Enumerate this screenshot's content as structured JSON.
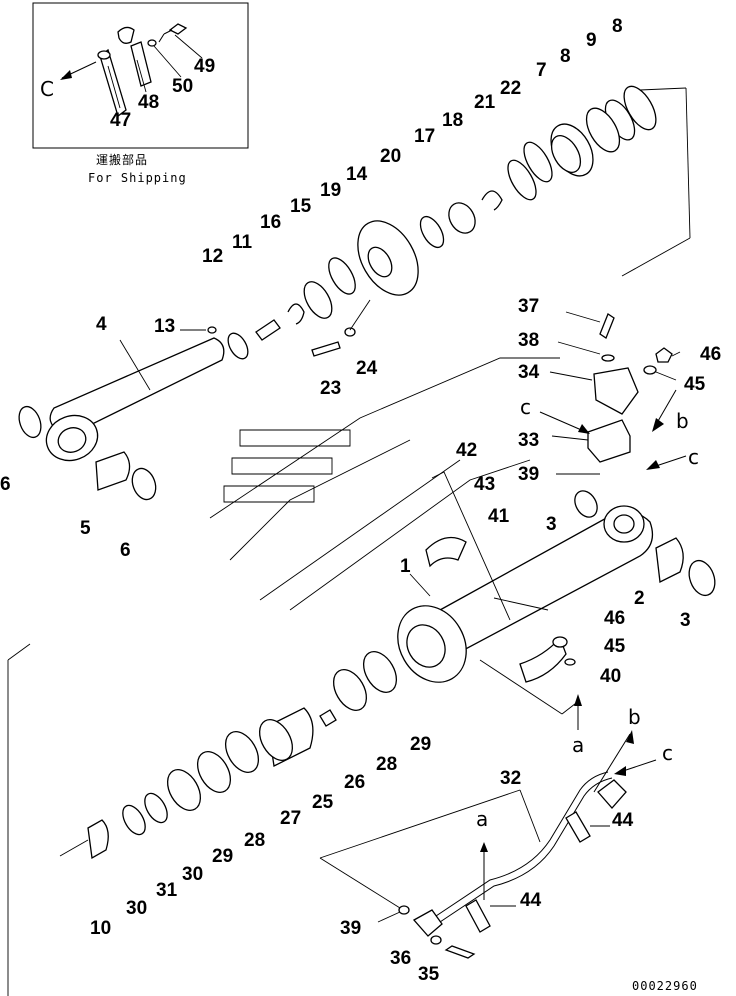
{
  "inset": {
    "caption_jp": "運搬部品",
    "caption_en": "For Shipping",
    "arrow_letter": "C",
    "callouts": [
      "47",
      "48",
      "49",
      "50"
    ]
  },
  "callouts": [
    {
      "id": "1"
    },
    {
      "id": "2"
    },
    {
      "id": "3"
    },
    {
      "id": "3"
    },
    {
      "id": "4"
    },
    {
      "id": "5"
    },
    {
      "id": "6"
    },
    {
      "id": "6"
    },
    {
      "id": "7"
    },
    {
      "id": "8"
    },
    {
      "id": "8"
    },
    {
      "id": "9"
    },
    {
      "id": "10"
    },
    {
      "id": "11"
    },
    {
      "id": "12"
    },
    {
      "id": "13"
    },
    {
      "id": "14"
    },
    {
      "id": "15"
    },
    {
      "id": "16"
    },
    {
      "id": "17"
    },
    {
      "id": "18"
    },
    {
      "id": "19"
    },
    {
      "id": "20"
    },
    {
      "id": "21"
    },
    {
      "id": "22"
    },
    {
      "id": "23"
    },
    {
      "id": "24"
    },
    {
      "id": "25"
    },
    {
      "id": "26"
    },
    {
      "id": "27"
    },
    {
      "id": "28"
    },
    {
      "id": "28"
    },
    {
      "id": "29"
    },
    {
      "id": "29"
    },
    {
      "id": "30"
    },
    {
      "id": "30"
    },
    {
      "id": "31"
    },
    {
      "id": "32"
    },
    {
      "id": "33"
    },
    {
      "id": "34"
    },
    {
      "id": "35"
    },
    {
      "id": "36"
    },
    {
      "id": "37"
    },
    {
      "id": "38"
    },
    {
      "id": "39"
    },
    {
      "id": "39"
    },
    {
      "id": "40"
    },
    {
      "id": "41"
    },
    {
      "id": "42"
    },
    {
      "id": "43"
    },
    {
      "id": "44"
    },
    {
      "id": "44"
    },
    {
      "id": "45"
    },
    {
      "id": "45"
    },
    {
      "id": "46"
    },
    {
      "id": "46"
    }
  ],
  "flow_letters": [
    "c",
    "c",
    "b",
    "a",
    "a",
    "b",
    "c"
  ],
  "drawing_number": "00022960"
}
